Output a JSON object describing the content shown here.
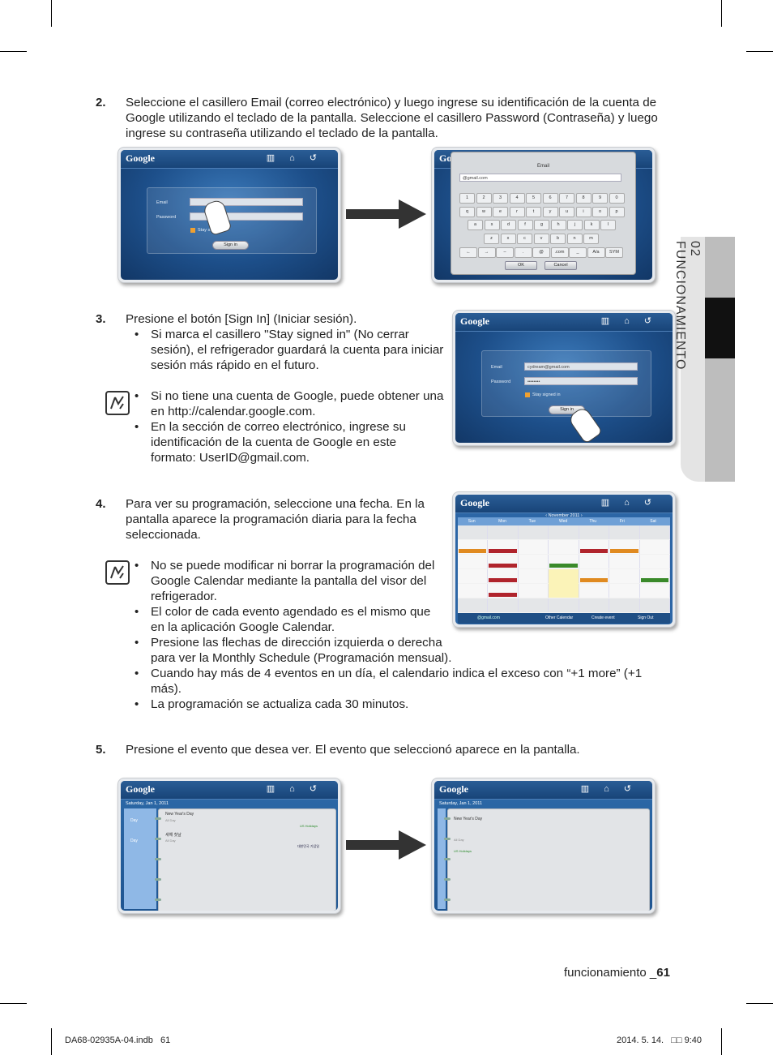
{
  "steps": [
    {
      "number": "2.",
      "text": "Seleccione el casillero Email (correo electrónico) y luego ingrese su identificación de la cuenta de Google utilizando el teclado de la pantalla. Seleccione el casillero Password (Contraseña) y luego ingrese su contraseña utilizando el teclado de la pantalla."
    },
    {
      "number": "3.",
      "text": "Presione el botón [Sign In] (Iniciar sesión).",
      "bullets": [
        "Si marca el casillero \"Stay signed in\" (No cerrar sesión), el refrigerador guardará la cuenta para iniciar sesión más rápido en el futuro."
      ],
      "note_bullets": [
        "Si no tiene una cuenta de Google, puede obtener una en http://calendar.google.com.",
        "En la sección de correo electrónico, ingrese su identificación de la cuenta de Google en este formato: UserID@gmail.com."
      ]
    },
    {
      "number": "4.",
      "text": "Para ver su programación, seleccione una fecha. En la pantalla aparece la programación diaria para la fecha seleccionada.",
      "note_bullets": [
        "No se puede modificar ni borrar la programación del Google Calendar mediante la pantalla del visor del refrigerador.",
        "El color de cada evento agendado es el mismo que en la aplicación Google Calendar.",
        "Presione las flechas de dirección izquierda o derecha para ver la Monthly Schedule (Programación mensual).",
        "Cuando hay más de 4 eventos en un día, el calendario indica el exceso con “+1 more” (+1 más).",
        "La programación se actualiza cada 30 minutos."
      ]
    },
    {
      "number": "5.",
      "text": "Presione el evento que desea ver. El evento que seleccionó aparece en la pantalla."
    }
  ],
  "side_tab": "02 FUNCIONAMIENTO",
  "footer": {
    "page_label": "funcionamiento _",
    "page_number": "61"
  },
  "print_line": {
    "file": "DA68-02935A-04.indb   61",
    "date": "2014. 5. 14.   □□ 9:40"
  },
  "screens": {
    "google": "Google",
    "email_label": "Email",
    "password_label": "Password",
    "stay_signed": "Stay signed in",
    "sign_in": "Sign in",
    "kb_title": "Email",
    "kb_value": "@gmail.com",
    "kb_rows": [
      [
        "1",
        "2",
        "3",
        "4",
        "5",
        "6",
        "7",
        "8",
        "9",
        "0"
      ],
      [
        "q",
        "w",
        "e",
        "r",
        "t",
        "y",
        "u",
        "i",
        "o",
        "p"
      ],
      [
        "a",
        "s",
        "d",
        "f",
        "g",
        "h",
        "j",
        "k",
        "l"
      ],
      [
        "z",
        "x",
        "c",
        "v",
        "b",
        "n",
        "m"
      ]
    ],
    "kb_bottom": [
      "←",
      "→",
      "–",
      ".",
      "@",
      ".com",
      "_",
      "A/a",
      "SYM"
    ],
    "kb_ok": "OK",
    "kb_cancel": "Cancel",
    "email_value": "cydream@gmail.com",
    "password_value": "••••••••",
    "cal_month": "November 2011",
    "cal_days": [
      "Sun",
      "Mon",
      "Tue",
      "Wed",
      "Thu",
      "Fri",
      "Sat"
    ],
    "cal_account": "@gmail.com",
    "cal_other": "Other Calendar",
    "cal_create": "Create event",
    "cal_signout": "Sign Out",
    "date_title": "Saturday, Jan 1, 2011",
    "day_label": "Day",
    "ev1": "New Year's Day",
    "ev1_sub": "All Day",
    "ev1_cal": "US Holidays",
    "ev2": "새해 첫날",
    "ev2_sub": "All Day",
    "ev2_cal": "대한민국 기념일"
  }
}
